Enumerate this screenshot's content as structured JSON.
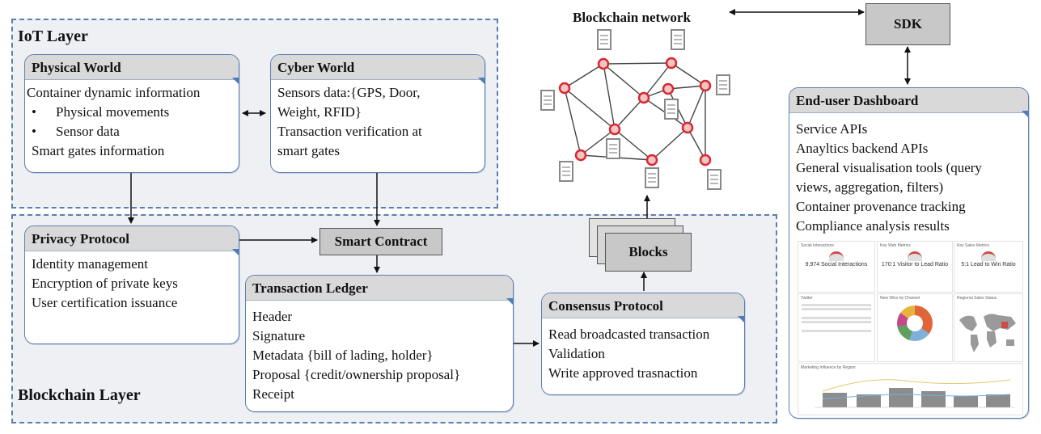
{
  "iot_layer": {
    "title": "IoT Layer"
  },
  "blockchain_layer": {
    "title": "Blockchain Layer"
  },
  "physical_world": {
    "title": "Physical World",
    "line1": "Container dynamic information",
    "bullet1": "Physical movements",
    "bullet2": "Sensor data",
    "line2": "Smart gates information"
  },
  "cyber_world": {
    "title": "Cyber World",
    "line1": "Sensors data:{GPS, Door,",
    "line2": "Weight, RFID}",
    "line3": "Transaction verification at",
    "line4": "smart gates"
  },
  "privacy_protocol": {
    "title": "Privacy Protocol",
    "lines": [
      "Identity management",
      "Encryption of private keys",
      "User certification issuance"
    ]
  },
  "smart_contract": {
    "label": "Smart Contract"
  },
  "transaction_ledger": {
    "title": "Transaction Ledger",
    "lines": [
      "Header",
      "Signature",
      "Metadata {bill of lading, holder}",
      "Proposal {credit/ownership proposal}",
      "Receipt"
    ]
  },
  "consensus_protocol": {
    "title": "Consensus Protocol",
    "lines": [
      "Read broadcasted transaction",
      "Validation",
      "Write approved trasnaction"
    ]
  },
  "blocks": {
    "label": "Blocks"
  },
  "blockchain_network": {
    "title": "Blockchain network"
  },
  "sdk": {
    "label": "SDK"
  },
  "dashboard": {
    "title": "End-user Dashboard",
    "lines": [
      "Service APIs",
      "Anayltics backend APIs",
      "General visualisation tools (query",
      "views, aggregation, filters)",
      "Container provenance tracking",
      "Compliance analysis results"
    ],
    "panels": {
      "social_title": "Social Interactions",
      "social_value": "9,974 Social Interactions",
      "key_web_title": "Key Web Metrics",
      "key_web_value": "170:1 Visitor to Lead Ratio",
      "key_sales_title": "Key Sales Metrics",
      "key_sales_value": "5:1 Lead to Win Ratio",
      "twitter_title": "Twitter",
      "new_wins_title": "New Wins by Channel",
      "regional_title": "Regional Sales Status",
      "marketing_title": "Marketing Influence by Region"
    }
  },
  "colors": {
    "frame": "#5b7fb0",
    "header_fill": "#d9d9d9",
    "node_red": "#d9282f",
    "layer_fill": "#eef0f4"
  }
}
